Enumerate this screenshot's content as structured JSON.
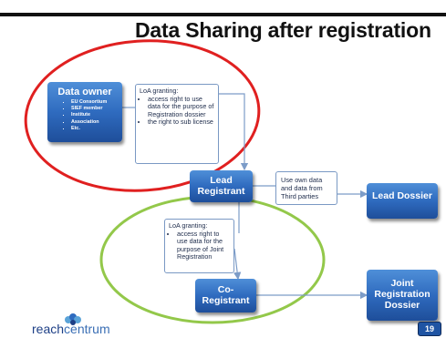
{
  "slide": {
    "title": "Data Sharing after registration",
    "page_number": "19",
    "colors": {
      "box_blue": "#2f6bbf",
      "red_ellipse": "#e02020",
      "green_ellipse": "#93c84a",
      "arrow": "#7c9cc8"
    }
  },
  "data_owner": {
    "label": "Data owner",
    "items": [
      "EU Consortium",
      "SIEF member",
      "Institute",
      "Association",
      "Etc."
    ]
  },
  "note_loa_top": {
    "heading": "LoA granting:",
    "items": [
      "access right to use data for the purpose of Registration dossier",
      "the right to sub license"
    ]
  },
  "lead_registrant": {
    "label": "Lead Registrant"
  },
  "note_own_data": {
    "text": "Use own data and data from Third parties"
  },
  "lead_dossier": {
    "label": "Lead Dossier"
  },
  "note_loa_bottom": {
    "heading": "LoA granting:",
    "items": [
      "access right to use data for the purpose of Joint Registration"
    ]
  },
  "co_registrant": {
    "label": "Co-Registrant"
  },
  "joint_dossier": {
    "label": "Joint Registration Dossier"
  },
  "logo": {
    "part1": "reach",
    "part2": "centrum",
    "icon": "flower-icon"
  }
}
